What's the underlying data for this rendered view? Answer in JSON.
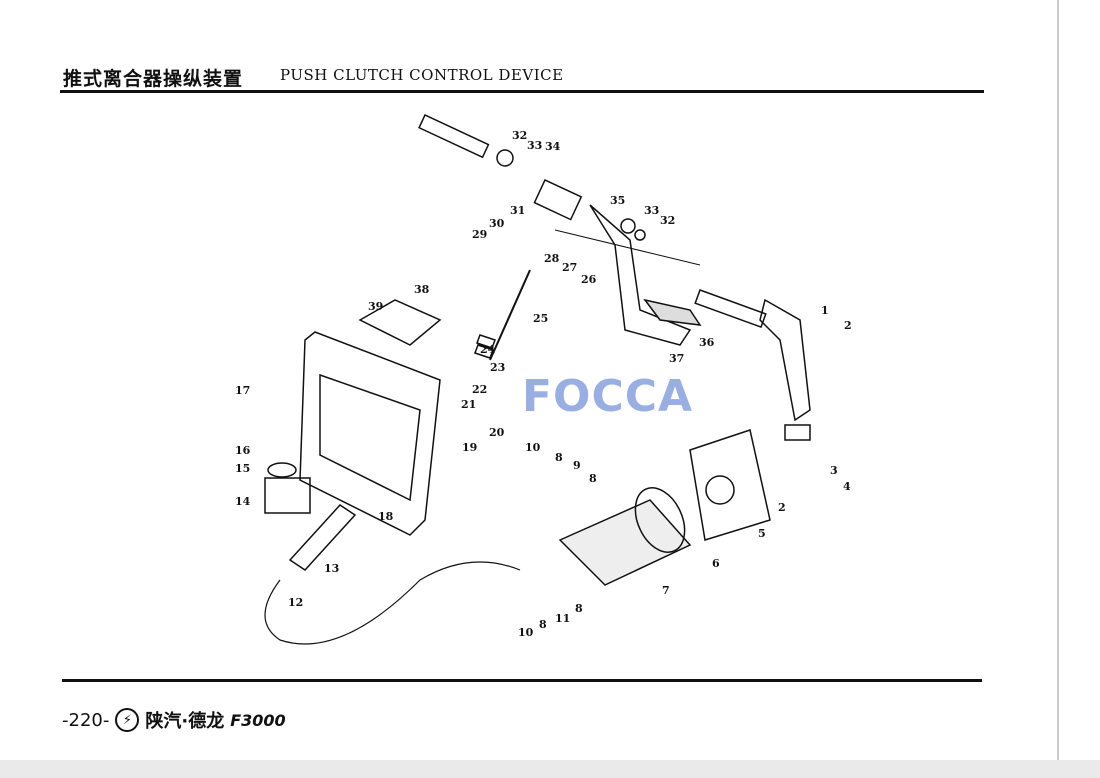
{
  "header": {
    "title_cn": "推式离合器操纵装置",
    "title_en": "PUSH CLUTCH CONTROL DEVICE"
  },
  "footer": {
    "page": "-220-",
    "logo_glyph": "⚡",
    "brand": "陕汽·德龙",
    "model": "F3000"
  },
  "watermark": "FOCCA",
  "callouts": [
    "32",
    "33",
    "34",
    "35",
    "31",
    "33",
    "32",
    "30",
    "29",
    "28",
    "27",
    "26",
    "38",
    "39",
    "1",
    "2",
    "25",
    "24",
    "36",
    "37",
    "23",
    "17",
    "22",
    "21",
    "20",
    "19",
    "16",
    "10",
    "8",
    "9",
    "8",
    "15",
    "3",
    "4",
    "14",
    "18",
    "2",
    "5",
    "6",
    "13",
    "7",
    "12",
    "8",
    "11",
    "8",
    "10"
  ]
}
